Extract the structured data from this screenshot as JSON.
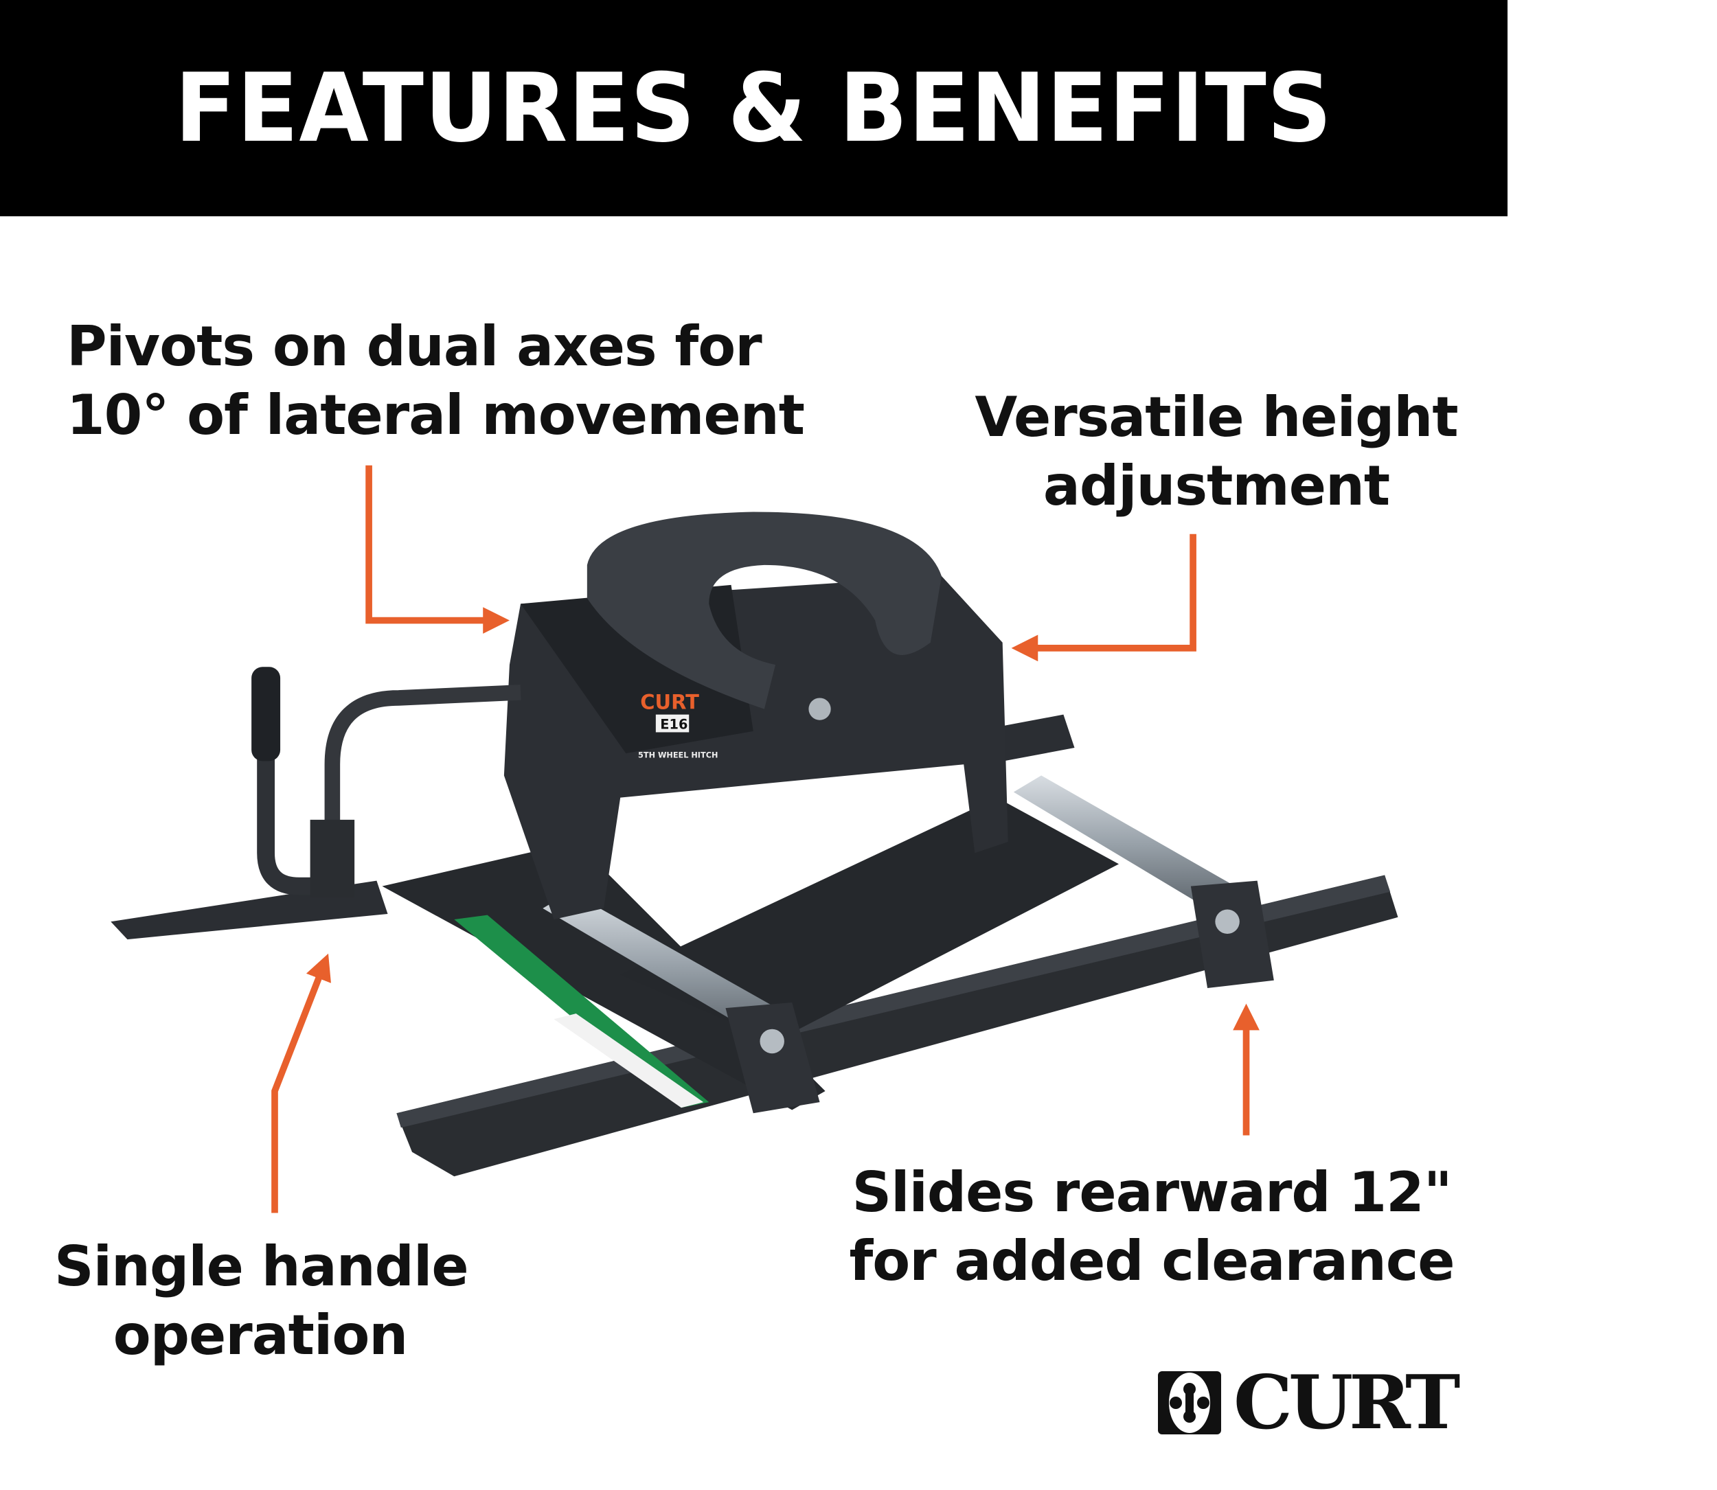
{
  "header": {
    "title": "FEATURES & BENEFITS"
  },
  "callouts": {
    "pivots": {
      "line1": "Pivots on dual axes for",
      "line2": "10° of lateral movement"
    },
    "height": {
      "line1": "Versatile height",
      "line2": "adjustment"
    },
    "handle": {
      "line1": "Single handle",
      "line2": "operation"
    },
    "slides": {
      "line1": "Slides rearward 12\"",
      "line2": "for added clearance"
    }
  },
  "product": {
    "brand_label": "CURT",
    "model_label": "E16",
    "type_label": "5TH WHEEL HITCH"
  },
  "logo": {
    "text": "CURT"
  },
  "colors": {
    "accent": "#e8602c",
    "header_bg": "#000000",
    "product": "#2a2d31"
  }
}
